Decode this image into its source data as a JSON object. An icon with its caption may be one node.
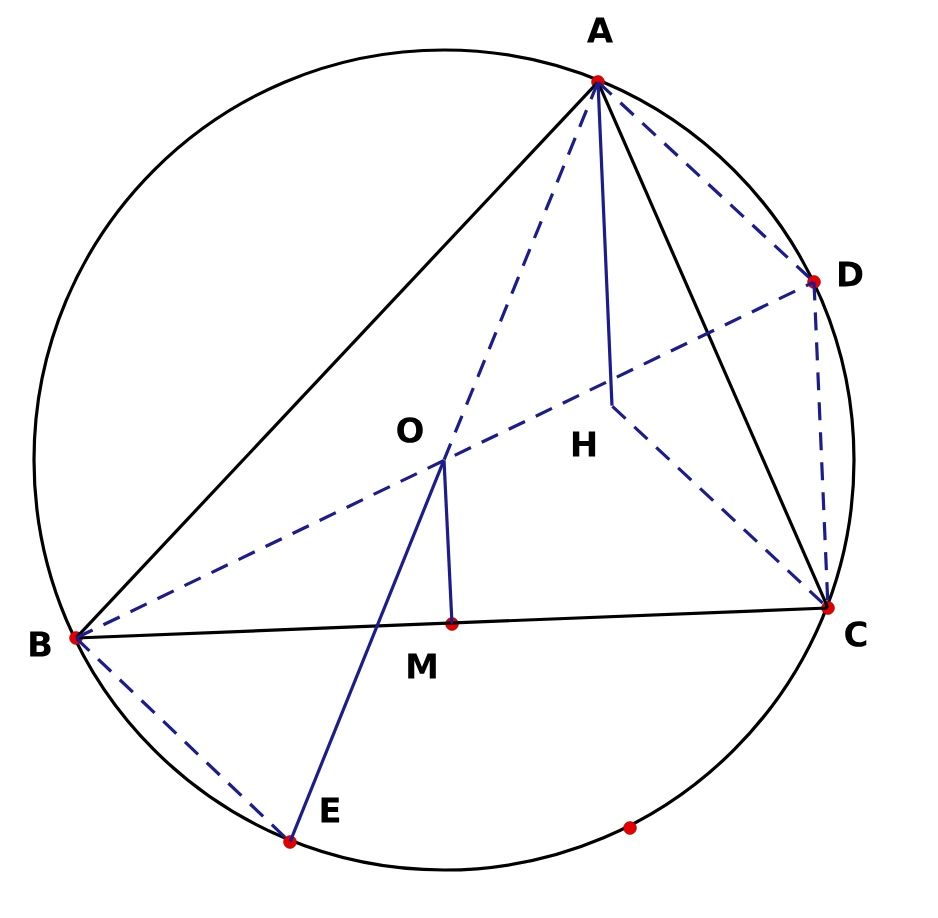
{
  "diagram": {
    "nodes": [
      {
        "text": [
          "A"
        ]
      },
      {
        "text": [
          "B"
        ]
      },
      {
        "text": [
          "C"
        ]
      },
      {
        "text": [
          "D"
        ]
      },
      {
        "text": [
          "O"
        ]
      },
      {
        "text": [
          "H"
        ]
      },
      {
        "text": [
          "M"
        ]
      },
      {
        "text": [
          "E"
        ]
      },
      {
        "text": [],
        "shape": "circle"
      }
    ],
    "edges": [
      {
        "from": 0,
        "to": 1,
        "arrow": "none",
        "color": "#000000"
      },
      {
        "from": 0,
        "to": 2,
        "arrow": "none",
        "color": "#000000"
      },
      {
        "from": 1,
        "to": 2,
        "arrow": "none",
        "color": "#000000"
      },
      {
        "from": 0,
        "to": 4,
        "arrow": "none",
        "style": "dashed"
      },
      {
        "from": 4,
        "to": 7,
        "arrow": "none"
      },
      {
        "from": 1,
        "to": 3,
        "arrow": "none",
        "style": "dashed"
      },
      {
        "from": 0,
        "to": 3,
        "arrow": "none",
        "style": "dashed"
      },
      {
        "from": 3,
        "to": 2,
        "arrow": "none",
        "style": "dashed"
      },
      {
        "from": 5,
        "to": 2,
        "arrow": "none",
        "style": "dashed"
      },
      {
        "from": 0,
        "to": 5,
        "arrow": "none"
      },
      {
        "from": 4,
        "to": 6,
        "arrow": "none"
      },
      {
        "from": 1,
        "to": 7,
        "arrow": "none",
        "style": "dashed"
      }
    ]
  }
}
